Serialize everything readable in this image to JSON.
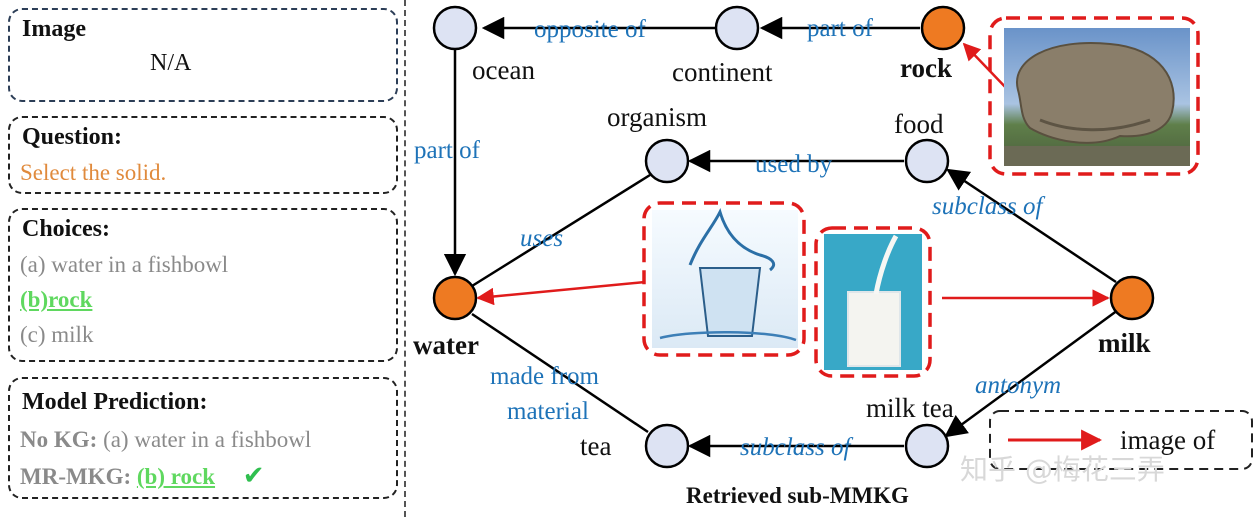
{
  "panels": {
    "image": {
      "title": "Image",
      "value": "N/A"
    },
    "question": {
      "title": "Question:",
      "text": "Select the solid."
    },
    "choices": {
      "title": "Choices:",
      "a": "(a) water in a fishbowl",
      "b": "(b)rock",
      "c": "(c) milk"
    },
    "prediction": {
      "title": "Model Prediction:",
      "nokg_label": "No KG:",
      "nokg_value": "(a) water in a fishbowl",
      "mrmkg_label": "MR-MKG:",
      "mrmkg_value": "(b) rock",
      "check": "✔"
    }
  },
  "graph": {
    "caption": "Retrieved sub-MMKG",
    "nodes": {
      "ocean": "ocean",
      "continent": "continent",
      "rock": "rock",
      "organism": "organism",
      "food": "food",
      "water": "water",
      "milk": "milk",
      "milk_tea": "milk tea",
      "tea": "tea"
    },
    "edges": {
      "opposite_of": "opposite of",
      "part_of_top": "part of",
      "part_of_left": "part of",
      "used_by": "used by",
      "subclass_of_food": "subclass of",
      "uses": "uses",
      "antonym": "antonym",
      "made_from_1": "made from",
      "made_from_2": "material",
      "subclass_of_tea": "subclass of"
    },
    "legend": "image of"
  },
  "colors": {
    "node_fill": "#dde3f3",
    "node_highlight": "#ee7a22",
    "edge_label": "#1e73b8",
    "image_of": "#e01b1b",
    "correct": "#5fd85f"
  },
  "watermark": "知乎 @梅花三弄"
}
